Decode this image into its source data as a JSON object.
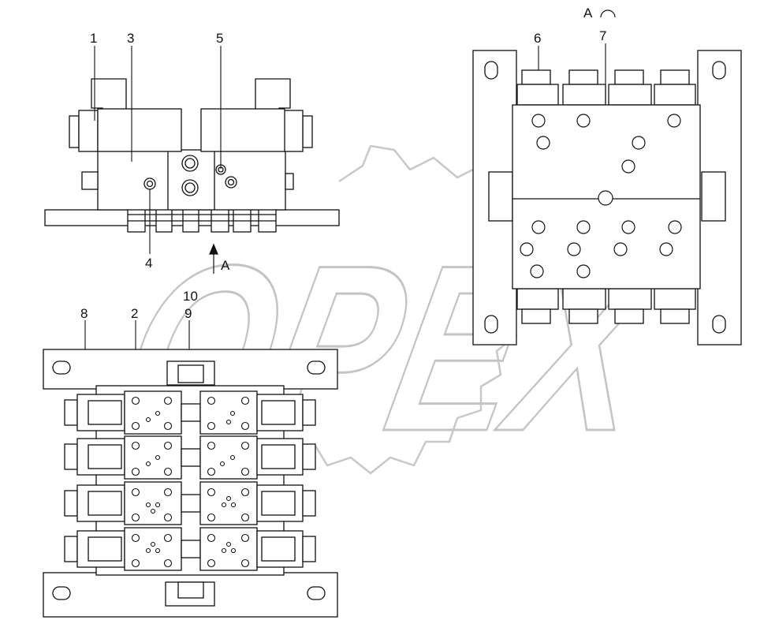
{
  "diagram": {
    "watermark": "OPEX",
    "callouts": {
      "c1": "1",
      "c2": "2",
      "c3": "3",
      "c4": "4",
      "c5": "5",
      "c6": "6",
      "c7": "7",
      "c8": "8",
      "c9": "9",
      "c10": "10"
    },
    "view_arrow_label": "A",
    "view_title_letter": "A"
  }
}
